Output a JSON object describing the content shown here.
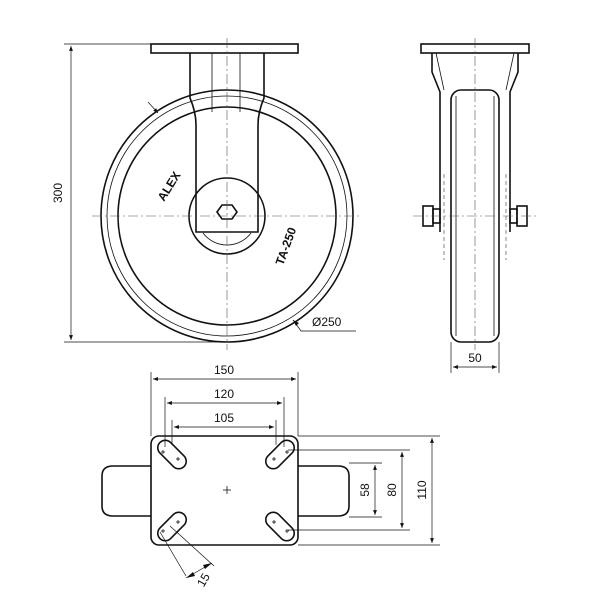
{
  "labels": {
    "dim_height": "300",
    "dim_diameter": "Ø250",
    "dim_width": "50",
    "dim_plate_width": "150",
    "dim_hole_spacing_outer": "120",
    "dim_hole_spacing_inner": "105",
    "dim_plate_depth": "110",
    "dim_hole_spacing_depth_outer": "80",
    "dim_hole_spacing_depth_inner": "58",
    "dim_slot_width": "15",
    "brand": "ALEX",
    "model": "TA-250"
  }
}
